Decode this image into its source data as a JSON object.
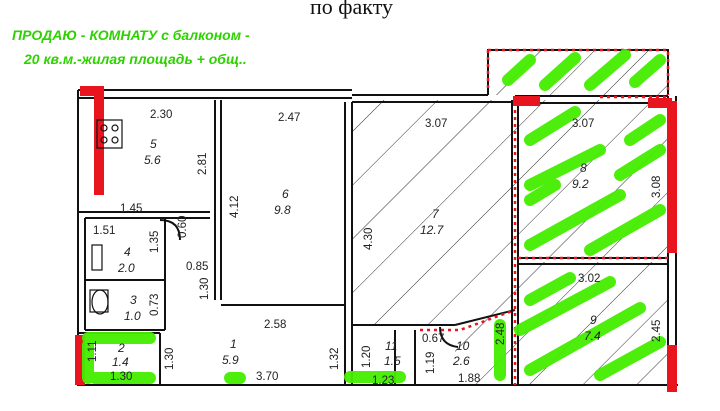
{
  "header_fragment": "по факту",
  "ad": {
    "line1": "ПРОДАЮ - КОМНАТУ с балконом -",
    "line2": "20 кв.м.-жилая площадь + общ..",
    "color": "#2dd200"
  },
  "colors": {
    "highlight_wall": "#e8141e",
    "green_mark": "#44ee00",
    "line": "#111111"
  },
  "rooms": [
    {
      "num": "5",
      "area": "5.6"
    },
    {
      "num": "6",
      "area": "9.8"
    },
    {
      "num": "7",
      "area": "12.7"
    },
    {
      "num": "8",
      "area": "9.2"
    },
    {
      "num": "4",
      "area": "2.0"
    },
    {
      "num": "3",
      "area": "1.0"
    },
    {
      "num": "2",
      "area": "1.4"
    },
    {
      "num": "1",
      "area": "5.9"
    },
    {
      "num": "11",
      "area": "1.5"
    },
    {
      "num": "10",
      "area": "2.6"
    },
    {
      "num": "9",
      "area": "7.4"
    }
  ],
  "dims": {
    "d_2_30": "2.30",
    "d_2_47": "2.47",
    "d_3_07a": "3.07",
    "d_3_07b": "3.07",
    "d_2_81": "2.81",
    "d_4_12": "4.12",
    "d_1_45": "1.45",
    "d_1_51": "1.51",
    "d_0_60": "0.60",
    "d_1_35": "1.35",
    "d_0_85": "0.85",
    "d_0_73": "0.73",
    "d_1_30a": "1.30",
    "d_2_58": "2.58",
    "d_4_30": "4.30",
    "d_3_08": "3.08",
    "d_3_02": "3.02",
    "d_2_45": "2.45",
    "d_0_67": "0.67",
    "d_2_48": "2.48",
    "d_1_11": "1.11",
    "d_1_30b": "1.30",
    "d_1_30c": "1.30",
    "d_1_32": "1.32",
    "d_1_20": "1.20",
    "d_1_19": "1.19",
    "d_3_70": "3.70",
    "d_1_23": "1.23",
    "d_1_88": "1.88"
  }
}
